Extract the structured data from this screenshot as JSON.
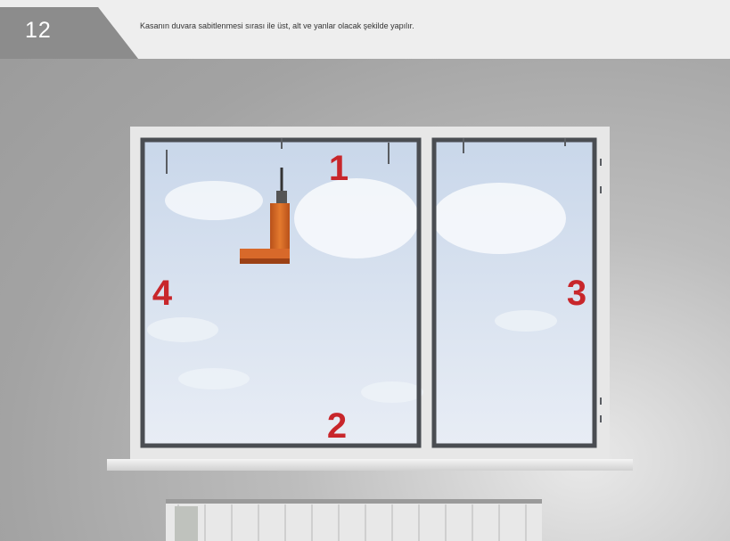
{
  "header": {
    "step_number": "12",
    "instruction": "Kasanın duvara sabitlenmesi sırası ile üst, alt ve yanlar olacak şekilde yapılır."
  },
  "diagram": {
    "labels": {
      "top": "1",
      "bottom": "2",
      "right": "3",
      "left": "4"
    },
    "colors": {
      "label": "#c8262b",
      "drill": "#d2691e",
      "frame": "#4a4d52",
      "wall": "#a6a6a6"
    }
  }
}
